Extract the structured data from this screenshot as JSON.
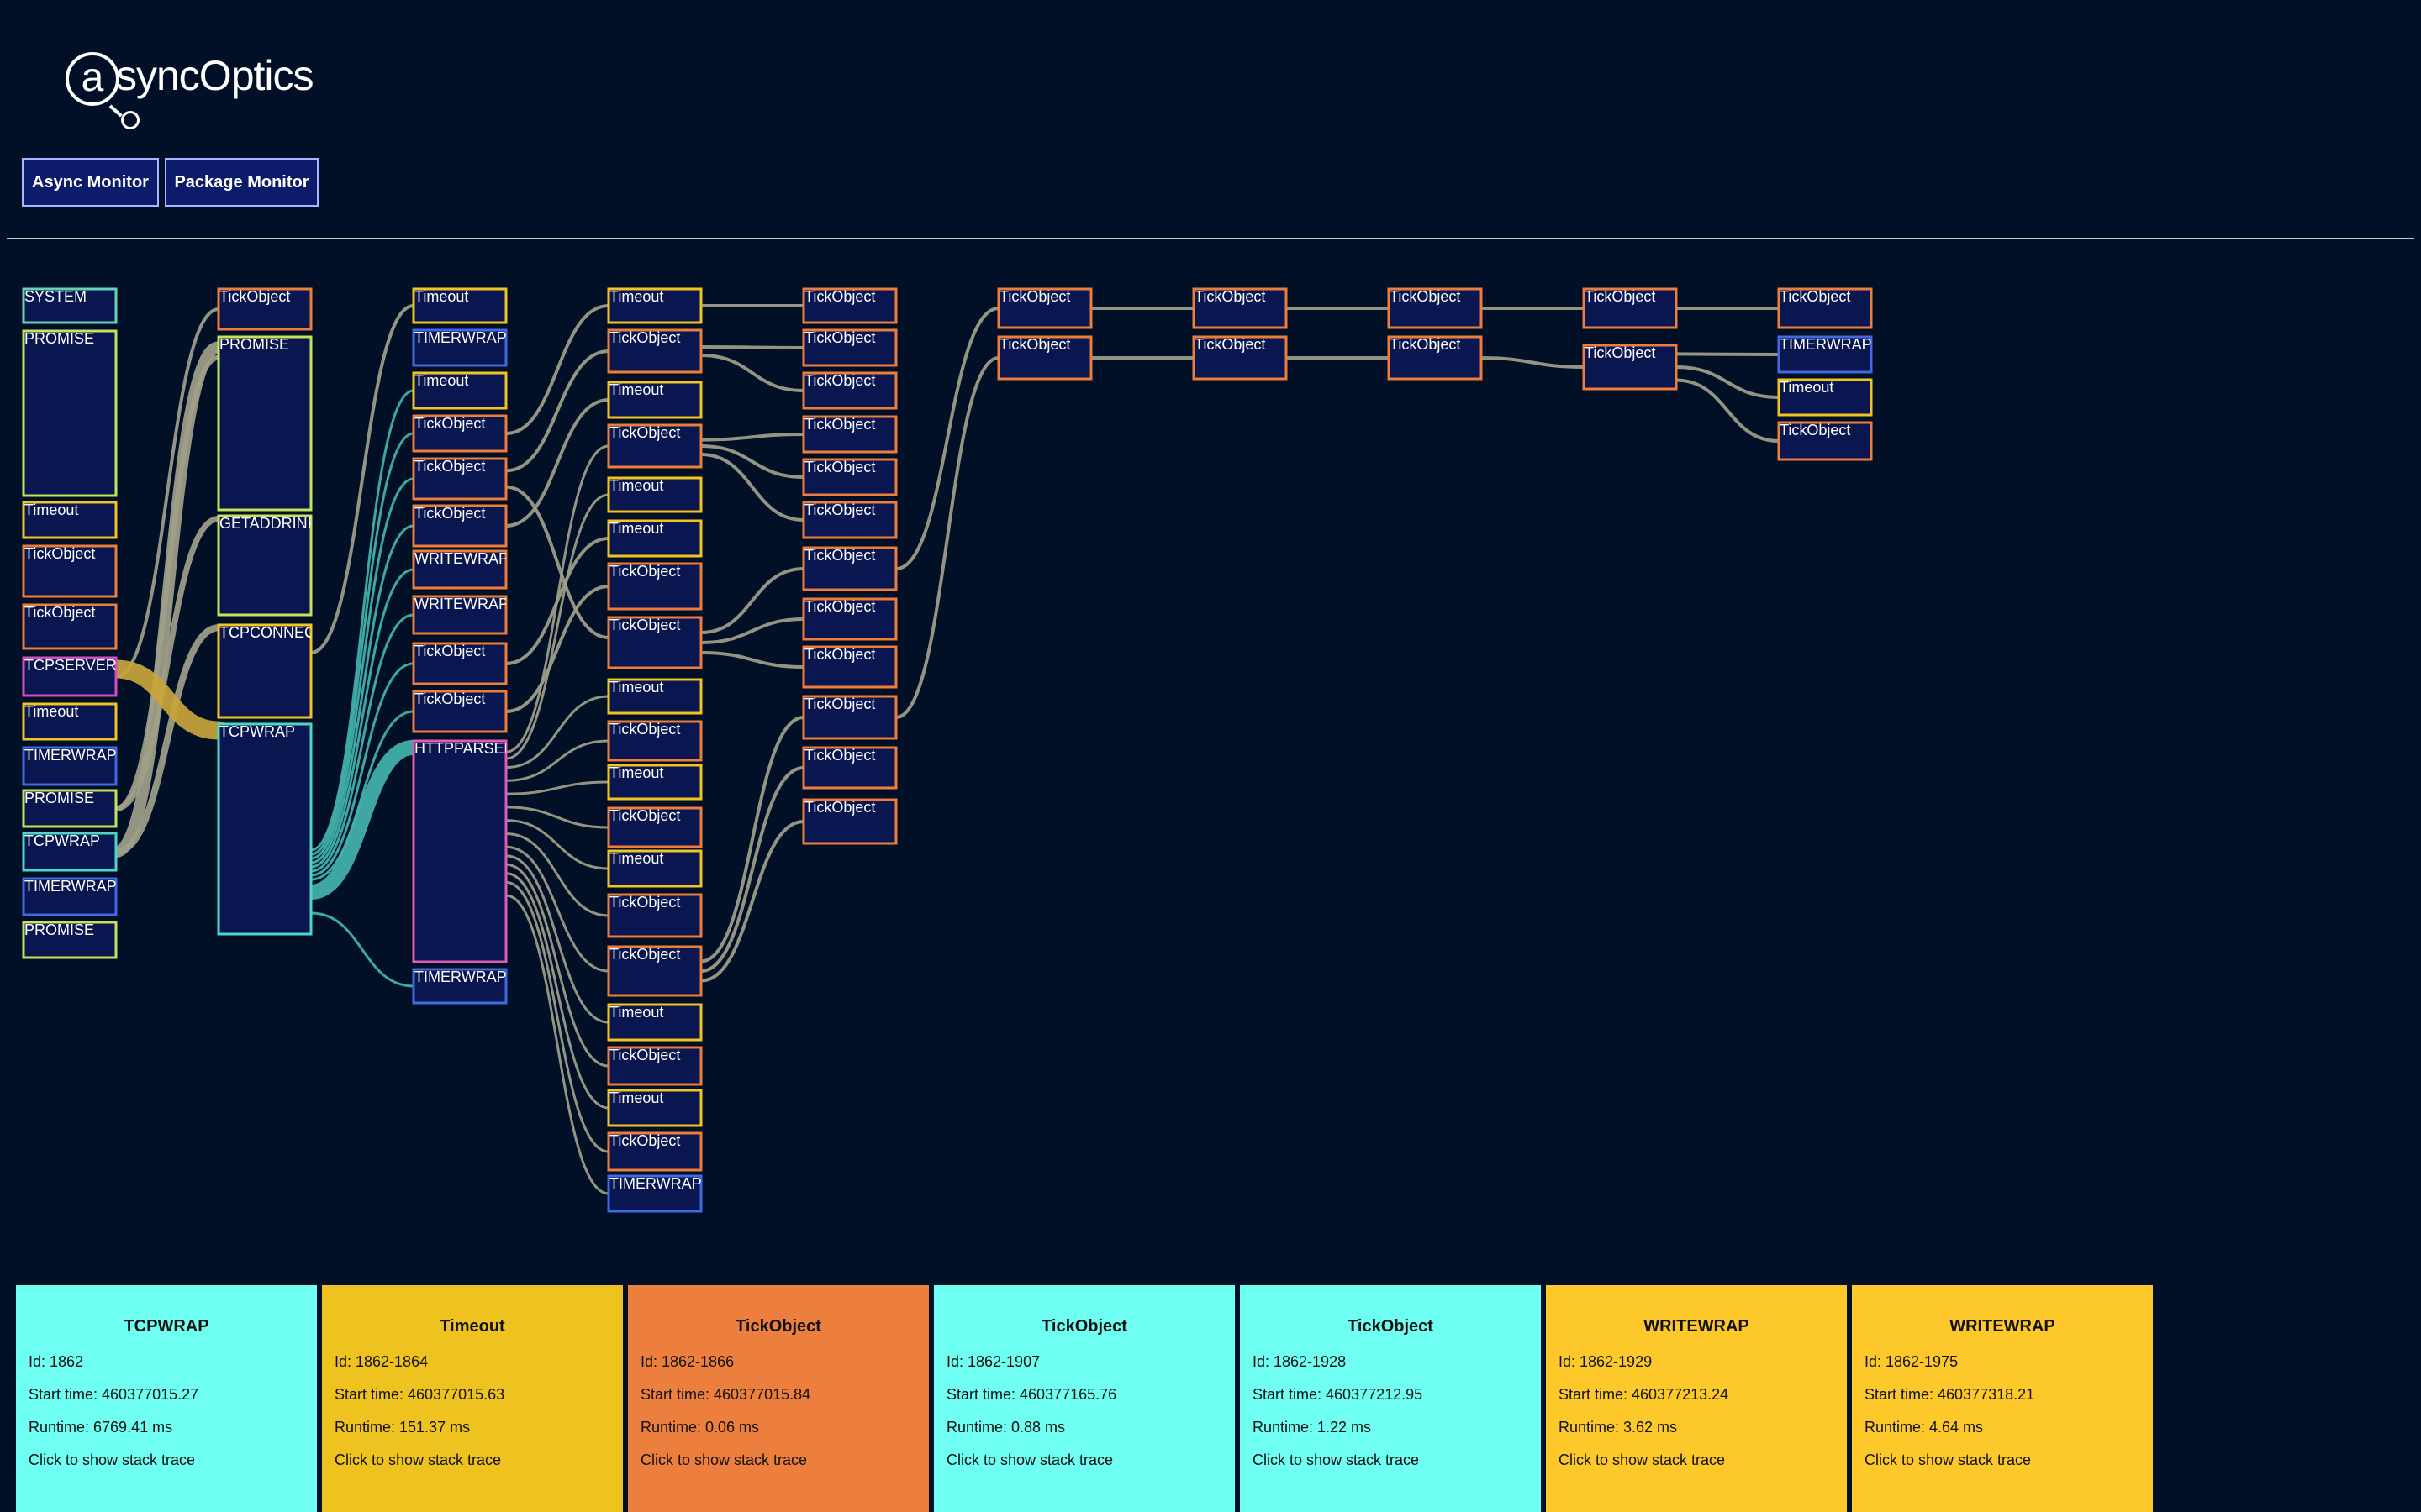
{
  "app": {
    "logo_letter": "a",
    "logo_text": "syncOptics"
  },
  "nav": [
    {
      "label": "Async Monitor"
    },
    {
      "label": "Package Monitor"
    }
  ],
  "colors": {
    "background": "#011027",
    "node_fill": "#091650",
    "SYSTEM": "#67d2b8",
    "PROMISE": "#c7e25a",
    "Timeout": "#f1c323",
    "TickObject": "#ec7d3b",
    "TCPSERVERWRAP": "#d64cc0",
    "TIMERWRAP": "#4169e1",
    "TCPWRAP": "#4dd6c6",
    "GETADDRINFOREQWRAP": "#c7e25a",
    "TCPCONNECTWRAP": "#f1c323",
    "WRITEWRAP": "#ec7d3b",
    "HTTPPARSER": "#e05bb5",
    "link_gray": "#a09f89",
    "link_teal": "#44b4ac",
    "link_gold": "#c9a53a"
  },
  "graph": {
    "columns": [
      {
        "nodes": [
          {
            "label": "SYSTEM",
            "type": "SYSTEM"
          },
          {
            "label": "PROMISE",
            "type": "PROMISE"
          },
          {
            "label": "Timeout",
            "type": "Timeout"
          },
          {
            "label": "TickObject",
            "type": "TickObject"
          },
          {
            "label": "TickObject",
            "type": "TickObject"
          },
          {
            "label": "TCPSERVERWRAP",
            "type": "TCPSERVERWRAP"
          },
          {
            "label": "Timeout",
            "type": "Timeout"
          },
          {
            "label": "TIMERWRAP",
            "type": "TIMERWRAP"
          },
          {
            "label": "PROMISE",
            "type": "PROMISE"
          },
          {
            "label": "TCPWRAP",
            "type": "TCPWRAP"
          },
          {
            "label": "TIMERWRAP",
            "type": "TIMERWRAP"
          },
          {
            "label": "PROMISE",
            "type": "PROMISE"
          }
        ]
      },
      {
        "nodes": [
          {
            "label": "TickObject",
            "type": "TickObject"
          },
          {
            "label": "PROMISE",
            "type": "PROMISE"
          },
          {
            "label": "GETADDRINFOREQWRAP",
            "type": "GETADDRINFOREQWRAP"
          },
          {
            "label": "TCPCONNECTWRAP",
            "type": "TCPCONNECTWRAP"
          },
          {
            "label": "TCPWRAP",
            "type": "TCPWRAP"
          }
        ]
      },
      {
        "nodes": [
          {
            "label": "Timeout",
            "type": "Timeout"
          },
          {
            "label": "TIMERWRAP",
            "type": "TIMERWRAP"
          },
          {
            "label": "Timeout",
            "type": "Timeout"
          },
          {
            "label": "TickObject",
            "type": "TickObject"
          },
          {
            "label": "TickObject",
            "type": "TickObject"
          },
          {
            "label": "TickObject",
            "type": "TickObject"
          },
          {
            "label": "WRITEWRAP",
            "type": "WRITEWRAP"
          },
          {
            "label": "WRITEWRAP",
            "type": "WRITEWRAP"
          },
          {
            "label": "TickObject",
            "type": "TickObject"
          },
          {
            "label": "TickObject",
            "type": "TickObject"
          },
          {
            "label": "HTTPPARSER",
            "type": "HTTPPARSER"
          },
          {
            "label": "TIMERWRAP",
            "type": "TIMERWRAP"
          }
        ]
      },
      {
        "nodes": [
          {
            "label": "Timeout",
            "type": "Timeout"
          },
          {
            "label": "TickObject",
            "type": "TickObject"
          },
          {
            "label": "Timeout",
            "type": "Timeout"
          },
          {
            "label": "TickObject",
            "type": "TickObject"
          },
          {
            "label": "Timeout",
            "type": "Timeout"
          },
          {
            "label": "Timeout",
            "type": "Timeout"
          },
          {
            "label": "TickObject",
            "type": "TickObject"
          },
          {
            "label": "TickObject",
            "type": "TickObject"
          },
          {
            "label": "Timeout",
            "type": "Timeout"
          },
          {
            "label": "TickObject",
            "type": "TickObject"
          },
          {
            "label": "Timeout",
            "type": "Timeout"
          },
          {
            "label": "TickObject",
            "type": "TickObject"
          },
          {
            "label": "Timeout",
            "type": "Timeout"
          },
          {
            "label": "TickObject",
            "type": "TickObject"
          },
          {
            "label": "TickObject",
            "type": "TickObject"
          },
          {
            "label": "Timeout",
            "type": "Timeout"
          },
          {
            "label": "TickObject",
            "type": "TickObject"
          },
          {
            "label": "Timeout",
            "type": "Timeout"
          },
          {
            "label": "TickObject",
            "type": "TickObject"
          },
          {
            "label": "TIMERWRAP",
            "type": "TIMERWRAP"
          }
        ]
      },
      {
        "nodes": [
          {
            "label": "TickObject",
            "type": "TickObject"
          },
          {
            "label": "TickObject",
            "type": "TickObject"
          },
          {
            "label": "TickObject",
            "type": "TickObject"
          },
          {
            "label": "TickObject",
            "type": "TickObject"
          },
          {
            "label": "TickObject",
            "type": "TickObject"
          },
          {
            "label": "TickObject",
            "type": "TickObject"
          },
          {
            "label": "TickObject",
            "type": "TickObject"
          },
          {
            "label": "TickObject",
            "type": "TickObject"
          },
          {
            "label": "TickObject",
            "type": "TickObject"
          },
          {
            "label": "TickObject",
            "type": "TickObject"
          },
          {
            "label": "TickObject",
            "type": "TickObject"
          },
          {
            "label": "TickObject",
            "type": "TickObject"
          }
        ]
      },
      {
        "nodes": [
          {
            "label": "TickObject",
            "type": "TickObject"
          },
          {
            "label": "TickObject",
            "type": "TickObject"
          }
        ]
      },
      {
        "nodes": [
          {
            "label": "TickObject",
            "type": "TickObject"
          },
          {
            "label": "TickObject",
            "type": "TickObject"
          }
        ]
      },
      {
        "nodes": [
          {
            "label": "TickObject",
            "type": "TickObject"
          },
          {
            "label": "TickObject",
            "type": "TickObject"
          }
        ]
      },
      {
        "nodes": [
          {
            "label": "TickObject",
            "type": "TickObject"
          },
          {
            "label": "TickObject",
            "type": "TickObject"
          }
        ]
      },
      {
        "nodes": [
          {
            "label": "TickObject",
            "type": "TickObject"
          },
          {
            "label": "TIMERWRAP",
            "type": "TIMERWRAP"
          },
          {
            "label": "Timeout",
            "type": "Timeout"
          },
          {
            "label": "TickObject",
            "type": "TickObject"
          }
        ]
      }
    ]
  },
  "cards": [
    {
      "title": "TCPWRAP",
      "type": "TCPWRAP",
      "color": "#6ffff2",
      "id_label": "Id: 1862",
      "start_label": "Start time: 460377015.27",
      "runtime_label": "Runtime: 6769.41 ms",
      "action_label": "Click to show stack trace"
    },
    {
      "title": "Timeout",
      "type": "Timeout",
      "color": "#eec21f",
      "id_label": "Id: 1862-1864",
      "start_label": "Start time: 460377015.63",
      "runtime_label": "Runtime: 151.37 ms",
      "action_label": "Click to show stack trace"
    },
    {
      "title": "TickObject",
      "type": "TickObject",
      "color": "#ec7f3d",
      "id_label": "Id: 1862-1866",
      "start_label": "Start time: 460377015.84",
      "runtime_label": "Runtime: 0.06 ms",
      "action_label": "Click to show stack trace"
    },
    {
      "title": "TickObject",
      "type": "TickObject",
      "color": "#6ffff2",
      "id_label": "Id: 1862-1907",
      "start_label": "Start time: 460377165.76",
      "runtime_label": "Runtime: 0.88 ms",
      "action_label": "Click to show stack trace"
    },
    {
      "title": "TickObject",
      "type": "TickObject",
      "color": "#6ffff2",
      "id_label": "Id: 1862-1928",
      "start_label": "Start time: 460377212.95",
      "runtime_label": "Runtime: 1.22 ms",
      "action_label": "Click to show stack trace"
    },
    {
      "title": "WRITEWRAP",
      "type": "WRITEWRAP",
      "color": "#fdc82a",
      "id_label": "Id: 1862-1929",
      "start_label": "Start time: 460377213.24",
      "runtime_label": "Runtime: 3.62 ms",
      "action_label": "Click to show stack trace"
    },
    {
      "title": "WRITEWRAP",
      "type": "WRITEWRAP",
      "color": "#fdc82a",
      "id_label": "Id: 1862-1975",
      "start_label": "Start time: 460377318.21",
      "runtime_label": "Runtime: 4.64 ms",
      "action_label": "Click to show stack trace"
    }
  ]
}
